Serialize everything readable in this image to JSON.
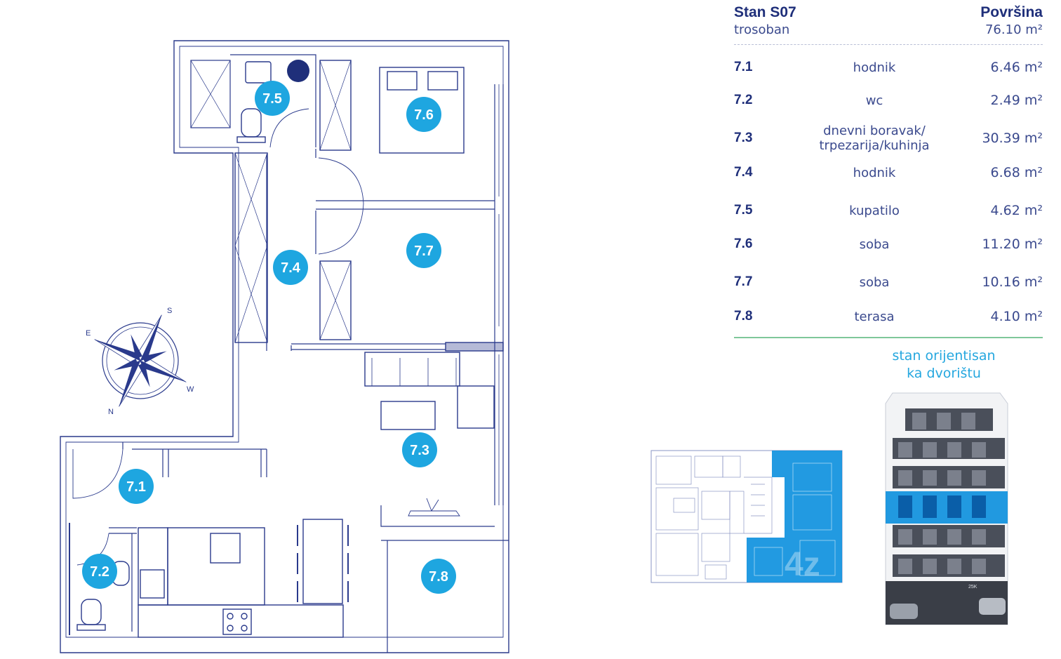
{
  "apartment": {
    "name": "Stan S07",
    "type": "trosoban",
    "area_label": "Površina",
    "total_area": "76.10 m²"
  },
  "rooms": [
    {
      "id": "7.1",
      "name_line1": "hodnik",
      "name_line2": "",
      "area": "6.46  m²"
    },
    {
      "id": "7.2",
      "name_line1": "wc",
      "name_line2": "",
      "area": "2.49 m²"
    },
    {
      "id": "7.3",
      "name_line1": "dnevni boravak/",
      "name_line2": "trpezarija/kuhinja",
      "area": "30.39 m²"
    },
    {
      "id": "7.4",
      "name_line1": "hodnik",
      "name_line2": "",
      "area": "6.68 m²"
    },
    {
      "id": "7.5",
      "name_line1": "kupatilo",
      "name_line2": "",
      "area": "4.62 m²"
    },
    {
      "id": "7.6",
      "name_line1": "soba",
      "name_line2": "",
      "area": "11.20 m²"
    },
    {
      "id": "7.7",
      "name_line1": "soba",
      "name_line2": "",
      "area": "10.16 m²"
    },
    {
      "id": "7.8",
      "name_line1": "terasa",
      "name_line2": "",
      "area": "4.10 m²"
    }
  ],
  "orientation_line1": "stan orijentisan",
  "orientation_line2": "ka dvorištu",
  "compass": {
    "s": "S",
    "e": "E",
    "w": "W",
    "n": "N"
  },
  "mini_plan_label": "4z",
  "building_sign": "25K",
  "colors": {
    "wall": "#2a3a8c",
    "badge": "#1ea6e0",
    "accent": "#25a7df",
    "divider": "#7fc79a",
    "highlight": "#0a8fde"
  }
}
